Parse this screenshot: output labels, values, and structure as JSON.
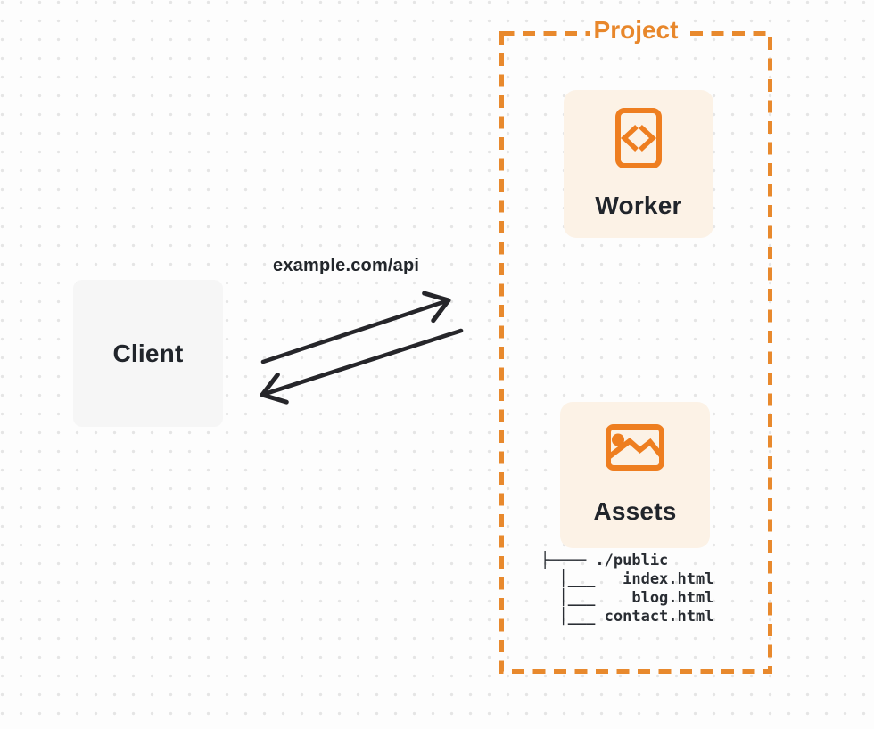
{
  "client": {
    "label": "Client"
  },
  "connection": {
    "label": "example.com/api"
  },
  "project": {
    "label": "Project",
    "worker": {
      "label": "Worker",
      "icon": "code-file-icon"
    },
    "assets": {
      "label": "Assets",
      "icon": "image-icon",
      "file_tree": {
        "lines": [
          "├──── ./public",
          "  │___   index.html",
          "  │___    blog.html",
          "  │___ contact.html"
        ]
      }
    }
  },
  "colors": {
    "accent_orange": "#E8892D",
    "icon_orange": "#EE7E20",
    "card_cream": "#FCF2E6",
    "client_gray": "#F6F6F6",
    "text_dark": "#21252B",
    "arrow_dark": "#26262A",
    "background": "#FDFDFD",
    "dot_grid": "#E5E5E5"
  }
}
